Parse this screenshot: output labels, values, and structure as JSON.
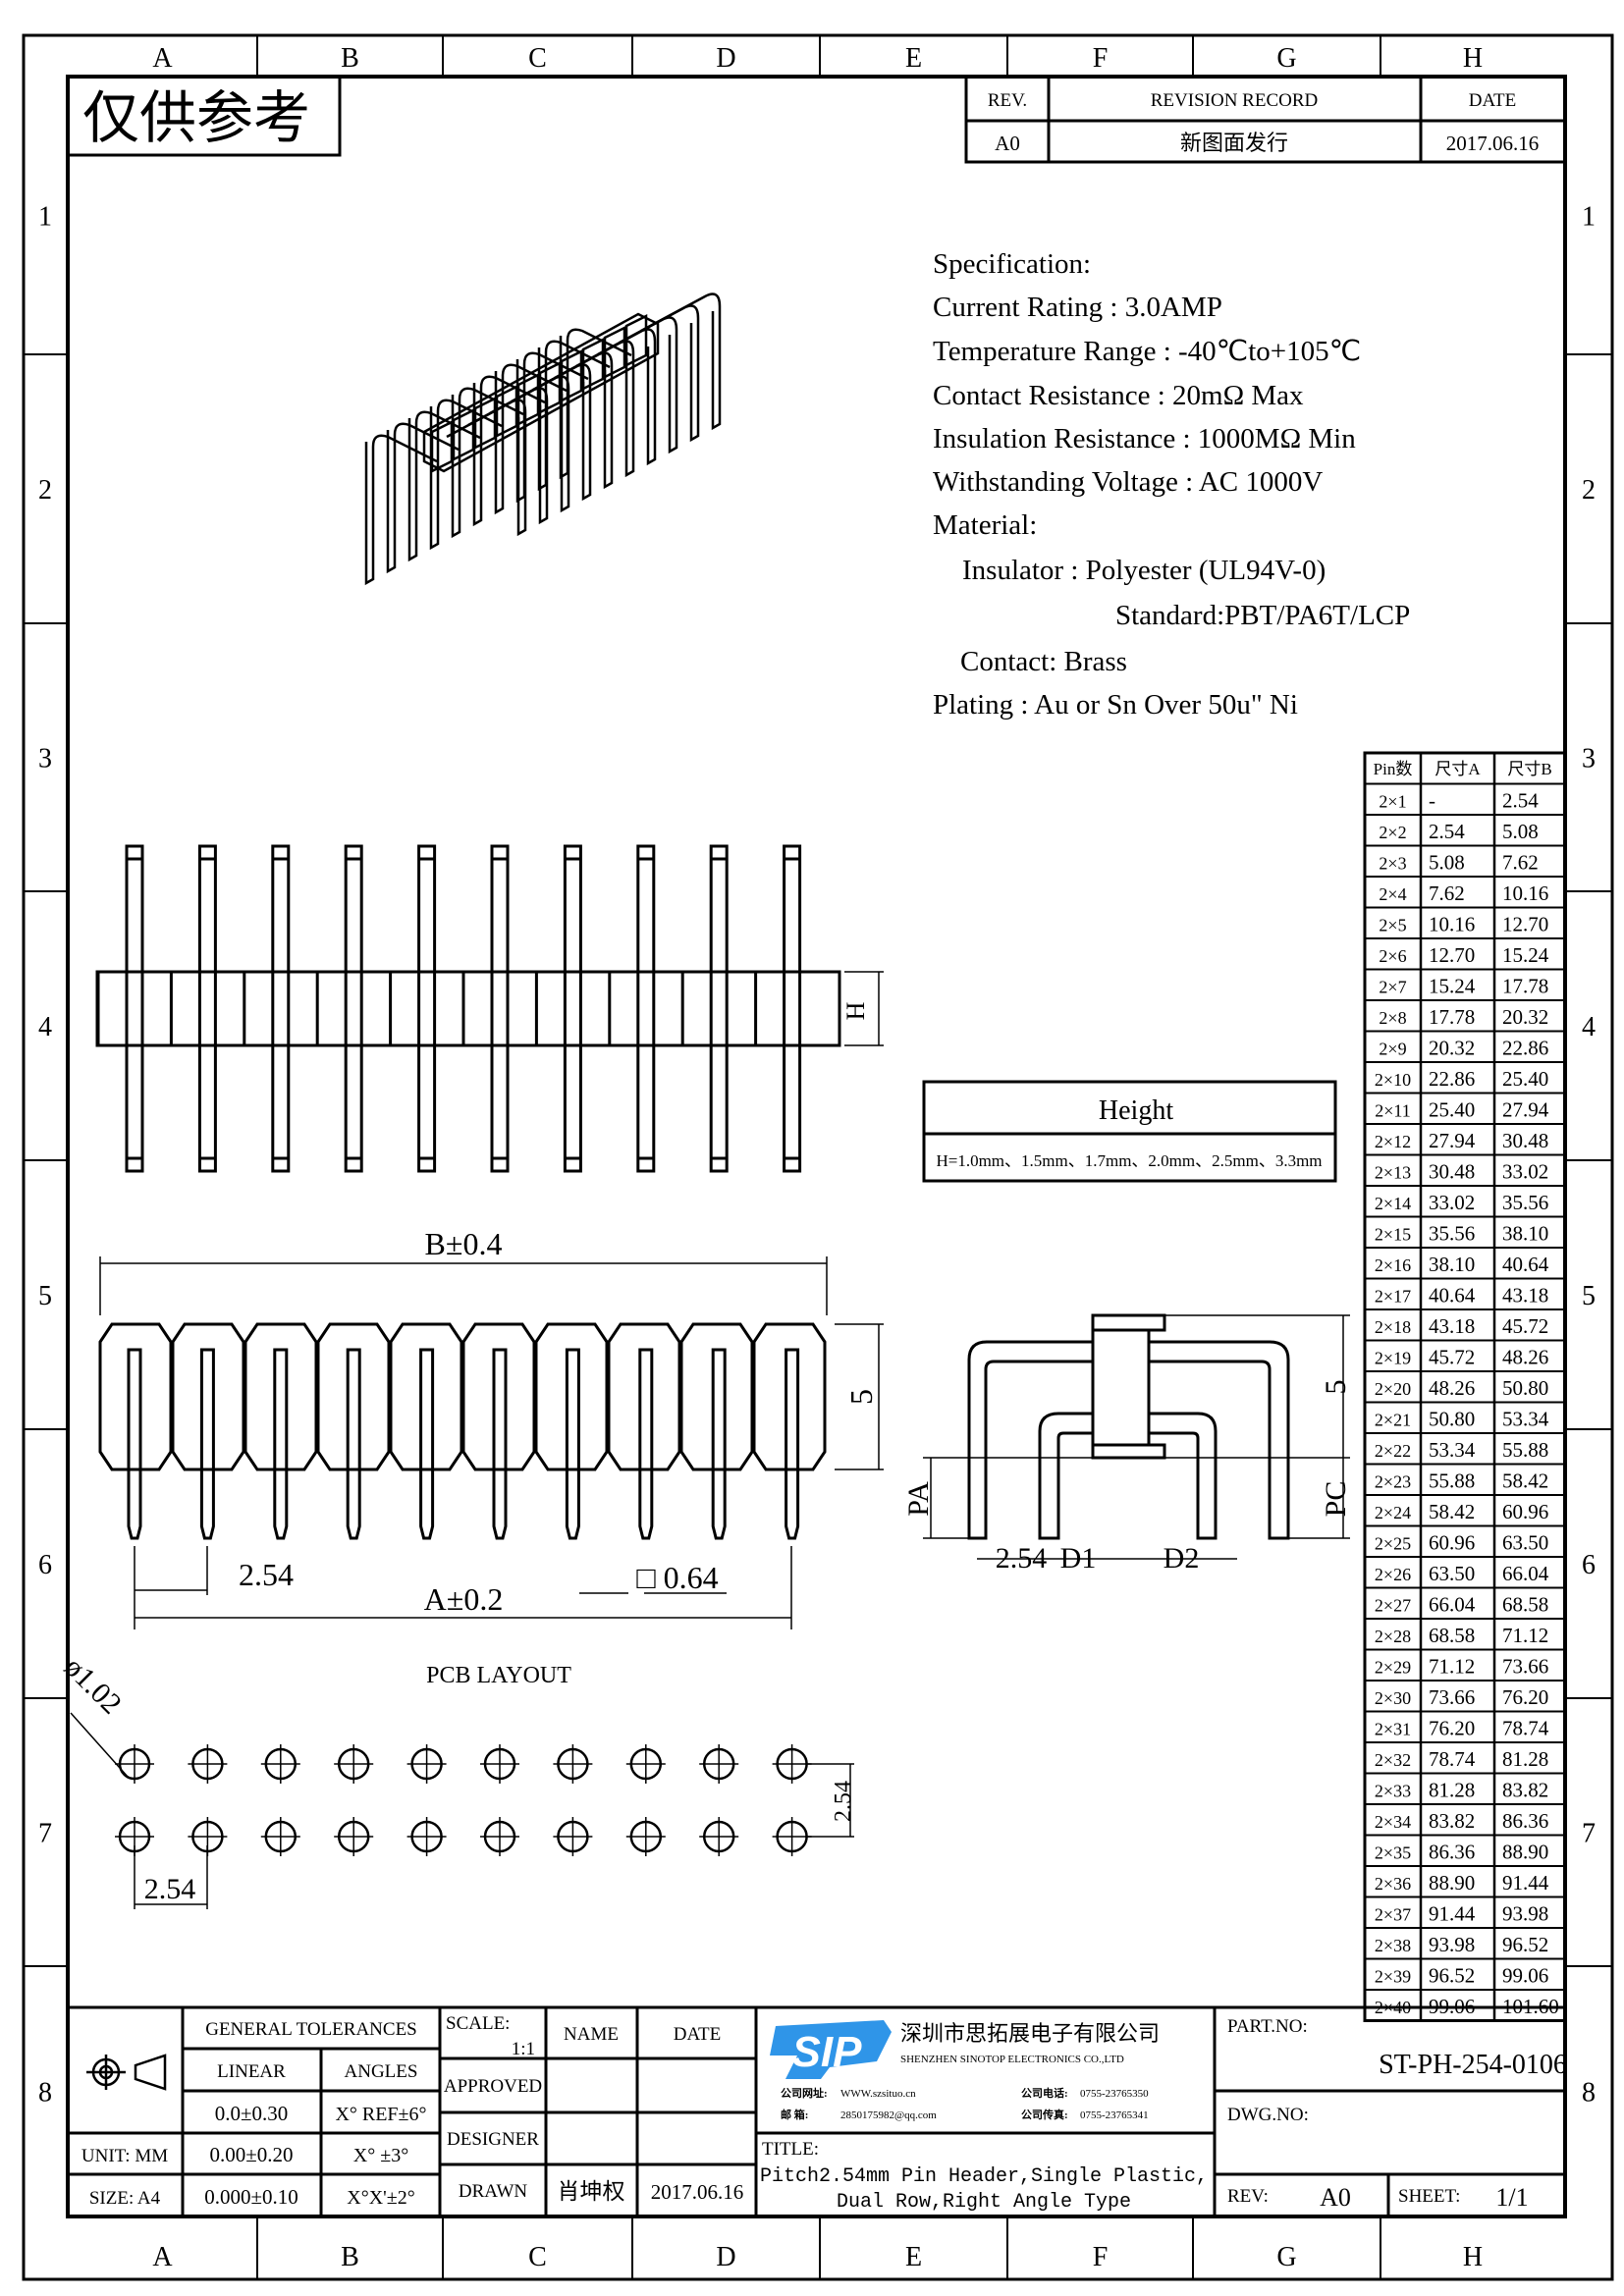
{
  "watermark_label": "仅供参考",
  "column_letters": [
    "A",
    "B",
    "C",
    "D",
    "E",
    "F",
    "G",
    "H"
  ],
  "row_numbers": [
    "1",
    "2",
    "3",
    "4",
    "5",
    "6",
    "7",
    "8"
  ],
  "revision": {
    "headers": {
      "rev": "REV.",
      "record": "REVISION RECORD",
      "date": "DATE"
    },
    "row": {
      "rev": "A0",
      "record": "新图面发行",
      "date": "2017.06.16"
    }
  },
  "specification": [
    "Specification:",
    "Current Rating : 3.0AMP",
    "Temperature Range : -40℃to+105℃",
    "Contact Resistance : 20mΩ  Max",
    "Insulation Resistance : 1000MΩ  Min",
    "Withstanding Voltage : AC 1000V",
    "Material:",
    "Insulator : Polyester (UL94V-0)",
    "Standard:PBT/PA6T/LCP",
    "Contact: Brass",
    "Plating : Au or Sn Over 50u\" Ni"
  ],
  "height_box": {
    "title": "Height",
    "values": "H=1.0mm、1.5mm、1.7mm、2.0mm、2.5mm、3.3mm"
  },
  "dimension_table": {
    "headers": [
      "Pin数",
      "尺寸A",
      "尺寸B"
    ],
    "rows": [
      [
        "2×1",
        "-",
        "2.54"
      ],
      [
        "2×2",
        "2.54",
        "5.08"
      ],
      [
        "2×3",
        "5.08",
        "7.62"
      ],
      [
        "2×4",
        "7.62",
        "10.16"
      ],
      [
        "2×5",
        "10.16",
        "12.70"
      ],
      [
        "2×6",
        "12.70",
        "15.24"
      ],
      [
        "2×7",
        "15.24",
        "17.78"
      ],
      [
        "2×8",
        "17.78",
        "20.32"
      ],
      [
        "2×9",
        "20.32",
        "22.86"
      ],
      [
        "2×10",
        "22.86",
        "25.40"
      ],
      [
        "2×11",
        "25.40",
        "27.94"
      ],
      [
        "2×12",
        "27.94",
        "30.48"
      ],
      [
        "2×13",
        "30.48",
        "33.02"
      ],
      [
        "2×14",
        "33.02",
        "35.56"
      ],
      [
        "2×15",
        "35.56",
        "38.10"
      ],
      [
        "2×16",
        "38.10",
        "40.64"
      ],
      [
        "2×17",
        "40.64",
        "43.18"
      ],
      [
        "2×18",
        "43.18",
        "45.72"
      ],
      [
        "2×19",
        "45.72",
        "48.26"
      ],
      [
        "2×20",
        "48.26",
        "50.80"
      ],
      [
        "2×21",
        "50.80",
        "53.34"
      ],
      [
        "2×22",
        "53.34",
        "55.88"
      ],
      [
        "2×23",
        "55.88",
        "58.42"
      ],
      [
        "2×24",
        "58.42",
        "60.96"
      ],
      [
        "2×25",
        "60.96",
        "63.50"
      ],
      [
        "2×26",
        "63.50",
        "66.04"
      ],
      [
        "2×27",
        "66.04",
        "68.58"
      ],
      [
        "2×28",
        "68.58",
        "71.12"
      ],
      [
        "2×29",
        "71.12",
        "73.66"
      ],
      [
        "2×30",
        "73.66",
        "76.20"
      ],
      [
        "2×31",
        "76.20",
        "78.74"
      ],
      [
        "2×32",
        "78.74",
        "81.28"
      ],
      [
        "2×33",
        "81.28",
        "83.82"
      ],
      [
        "2×34",
        "83.82",
        "86.36"
      ],
      [
        "2×35",
        "86.36",
        "88.90"
      ],
      [
        "2×36",
        "88.90",
        "91.44"
      ],
      [
        "2×37",
        "91.44",
        "93.98"
      ],
      [
        "2×38",
        "93.98",
        "96.52"
      ],
      [
        "2×39",
        "96.52",
        "99.06"
      ],
      [
        "2×40",
        "99.06",
        "101.60"
      ]
    ]
  },
  "dimensions": {
    "front_h": "H",
    "b_tol": "B±0.4",
    "pitch": "2.54",
    "a_tol": "A±0.2",
    "pin_square": "□ 0.64",
    "body_height": "5",
    "side_pa": "PA",
    "side_pc": "PC",
    "side_pitch": "2.54",
    "side_d1": "D1",
    "side_d2": "D2",
    "side_height": "5",
    "pcb_title": "PCB LAYOUT",
    "hole_dia": "ø1.02",
    "pcb_pitch_x": "2.54",
    "pcb_pitch_y": "2.54"
  },
  "title_block": {
    "general_tolerances": "GENERAL TOLERANCES",
    "linear": "LINEAR",
    "angles": "ANGLES",
    "tol_rows": [
      {
        "linear": "0.0±0.30",
        "angle": "X° REF±6°"
      },
      {
        "linear": "0.00±0.20",
        "angle": "X° ±3°"
      },
      {
        "linear": "0.000±0.10",
        "angle": "X°X'±2°"
      }
    ],
    "unit": "UNIT: MM",
    "size": "SIZE: A4",
    "scale_label": "SCALE:",
    "scale_value": "1:1",
    "name": "NAME",
    "date": "DATE",
    "approved": "APPROVED",
    "designer": "DESIGNER",
    "drawn": "DRAWN",
    "drawn_name": "肖坤权",
    "drawn_date": "2017.06.16",
    "logo_text": "SIP",
    "company_cn": "深圳市思拓展电子有限公司",
    "company_en": "SHENZHEN SINOTOP ELECTRONICS CO.,LTD",
    "website_label": "公司网址:",
    "website": "WWW.szsituo.cn",
    "email_label": "邮    箱:",
    "email": "2850175982@qq.com",
    "phone_label": "公司电话:",
    "phone": "0755-23765350",
    "fax_label": "公司传真:",
    "fax": "0755-23765341",
    "title_label": "TITLE:",
    "title_line1": "Pitch2.54mm Pin Header,Single Plastic,",
    "title_line2": "Dual Row,Right Angle Type",
    "part_no_label": "PART.NO:",
    "part_no": "ST-PH-254-0106",
    "dwg_no_label": "DWG.NO:",
    "rev_label": "REV:",
    "rev_value": "A0",
    "sheet_label": "SHEET:",
    "sheet_value": "1/1"
  },
  "colors": {
    "logo_blue": "#2f95e8",
    "line": "#000000"
  }
}
